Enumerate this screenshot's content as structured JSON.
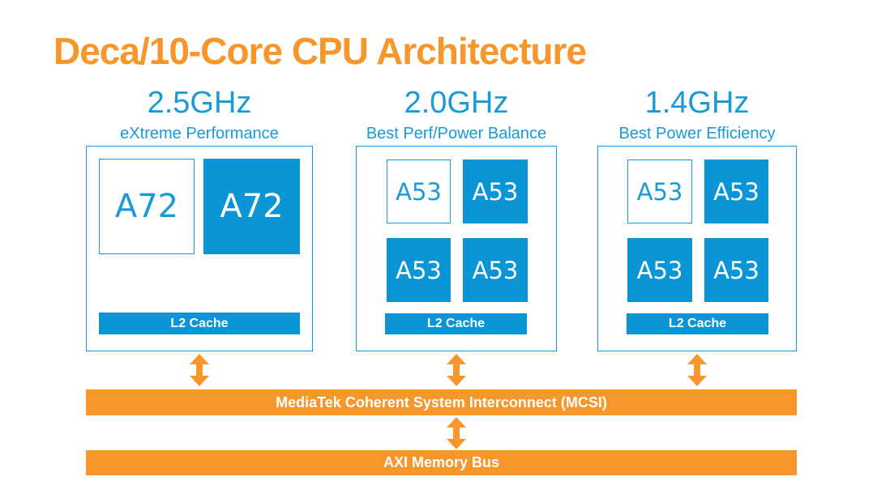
{
  "title": "Deca/10-Core CPU Architecture",
  "clusters": [
    {
      "frequency": "2.5GHz",
      "subtitle": "eXtreme Performance",
      "cores": [
        {
          "label": "A72",
          "style": "outline"
        },
        {
          "label": "A72",
          "style": "filled"
        }
      ],
      "cache": "L2 Cache"
    },
    {
      "frequency": "2.0GHz",
      "subtitle": "Best Perf/Power Balance",
      "cores": [
        {
          "label": "A53",
          "style": "outline"
        },
        {
          "label": "A53",
          "style": "filled"
        },
        {
          "label": "A53",
          "style": "filled"
        },
        {
          "label": "A53",
          "style": "filled"
        }
      ],
      "cache": "L2 Cache"
    },
    {
      "frequency": "1.4GHz",
      "subtitle": "Best Power Efficiency",
      "cores": [
        {
          "label": "A53",
          "style": "outline"
        },
        {
          "label": "A53",
          "style": "filled"
        },
        {
          "label": "A53",
          "style": "filled"
        },
        {
          "label": "A53",
          "style": "filled"
        }
      ],
      "cache": "L2 Cache"
    }
  ],
  "interconnect": "MediaTek Coherent System Interconnect (MCSI)",
  "memory_bus": "AXI Memory Bus",
  "colors": {
    "accent_blue": "#0a96d6",
    "text_blue": "#1a9ad6",
    "orange": "#f7962b"
  }
}
